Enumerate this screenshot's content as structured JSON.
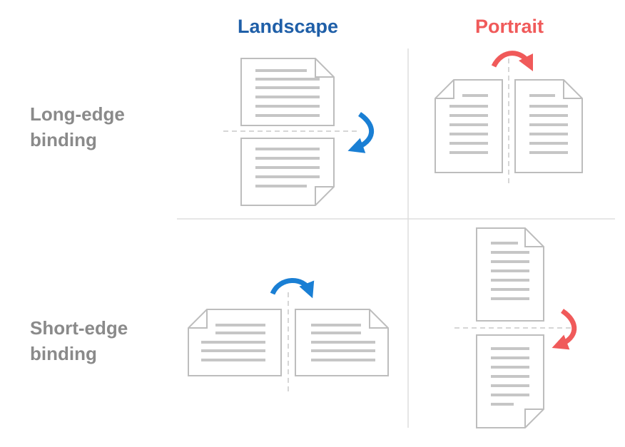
{
  "columns": {
    "landscape": {
      "label": "Landscape",
      "color": "#1f5fa8"
    },
    "portrait": {
      "label": "Portrait",
      "color": "#f05a5a"
    }
  },
  "rows": {
    "long_edge": {
      "line1": "Long-edge",
      "line2": "binding"
    },
    "short_edge": {
      "line1": "Short-edge",
      "line2": "binding"
    }
  },
  "colors": {
    "page_stroke": "#bdbdbd",
    "text_lines": "#c6c6c6",
    "grid": "#dddddd",
    "guide": "#c8c8c8",
    "arrow_blue": "#1a7fd4",
    "arrow_red": "#f05a5a",
    "row_label": "#8a8a8a"
  },
  "icons": [
    "document-page",
    "rotate-arrow"
  ]
}
